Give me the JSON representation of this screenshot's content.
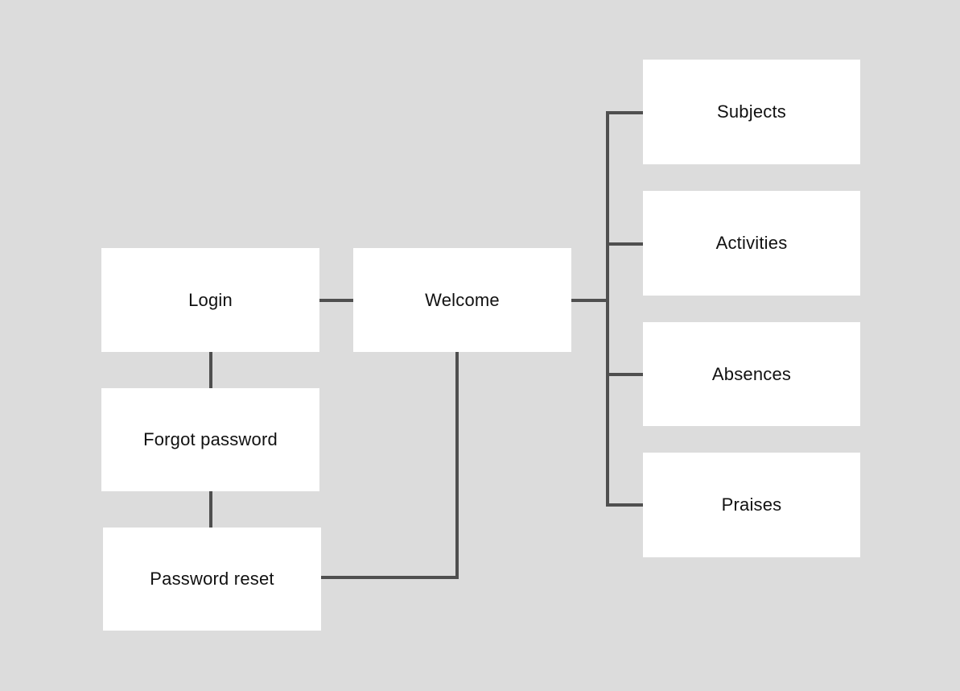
{
  "diagram": {
    "colors": {
      "background": "#dcdcdc",
      "node_fill": "#ffffff",
      "edge_color": "#4f4f4f",
      "text_color": "#111111"
    },
    "nodes": {
      "login": {
        "label": "Login"
      },
      "welcome": {
        "label": "Welcome"
      },
      "forgot_password": {
        "label": "Forgot password"
      },
      "password_reset": {
        "label": "Password reset"
      },
      "subjects": {
        "label": "Subjects"
      },
      "activities": {
        "label": "Activities"
      },
      "absences": {
        "label": "Absences"
      },
      "praises": {
        "label": "Praises"
      }
    },
    "edges": [
      {
        "from": "Login",
        "to": "Welcome"
      },
      {
        "from": "Login",
        "to": "Forgot password"
      },
      {
        "from": "Forgot password",
        "to": "Password reset"
      },
      {
        "from": "Password reset",
        "to": "Welcome"
      },
      {
        "from": "Welcome",
        "to": "Subjects"
      },
      {
        "from": "Welcome",
        "to": "Activities"
      },
      {
        "from": "Welcome",
        "to": "Absences"
      },
      {
        "from": "Welcome",
        "to": "Praises"
      }
    ]
  }
}
